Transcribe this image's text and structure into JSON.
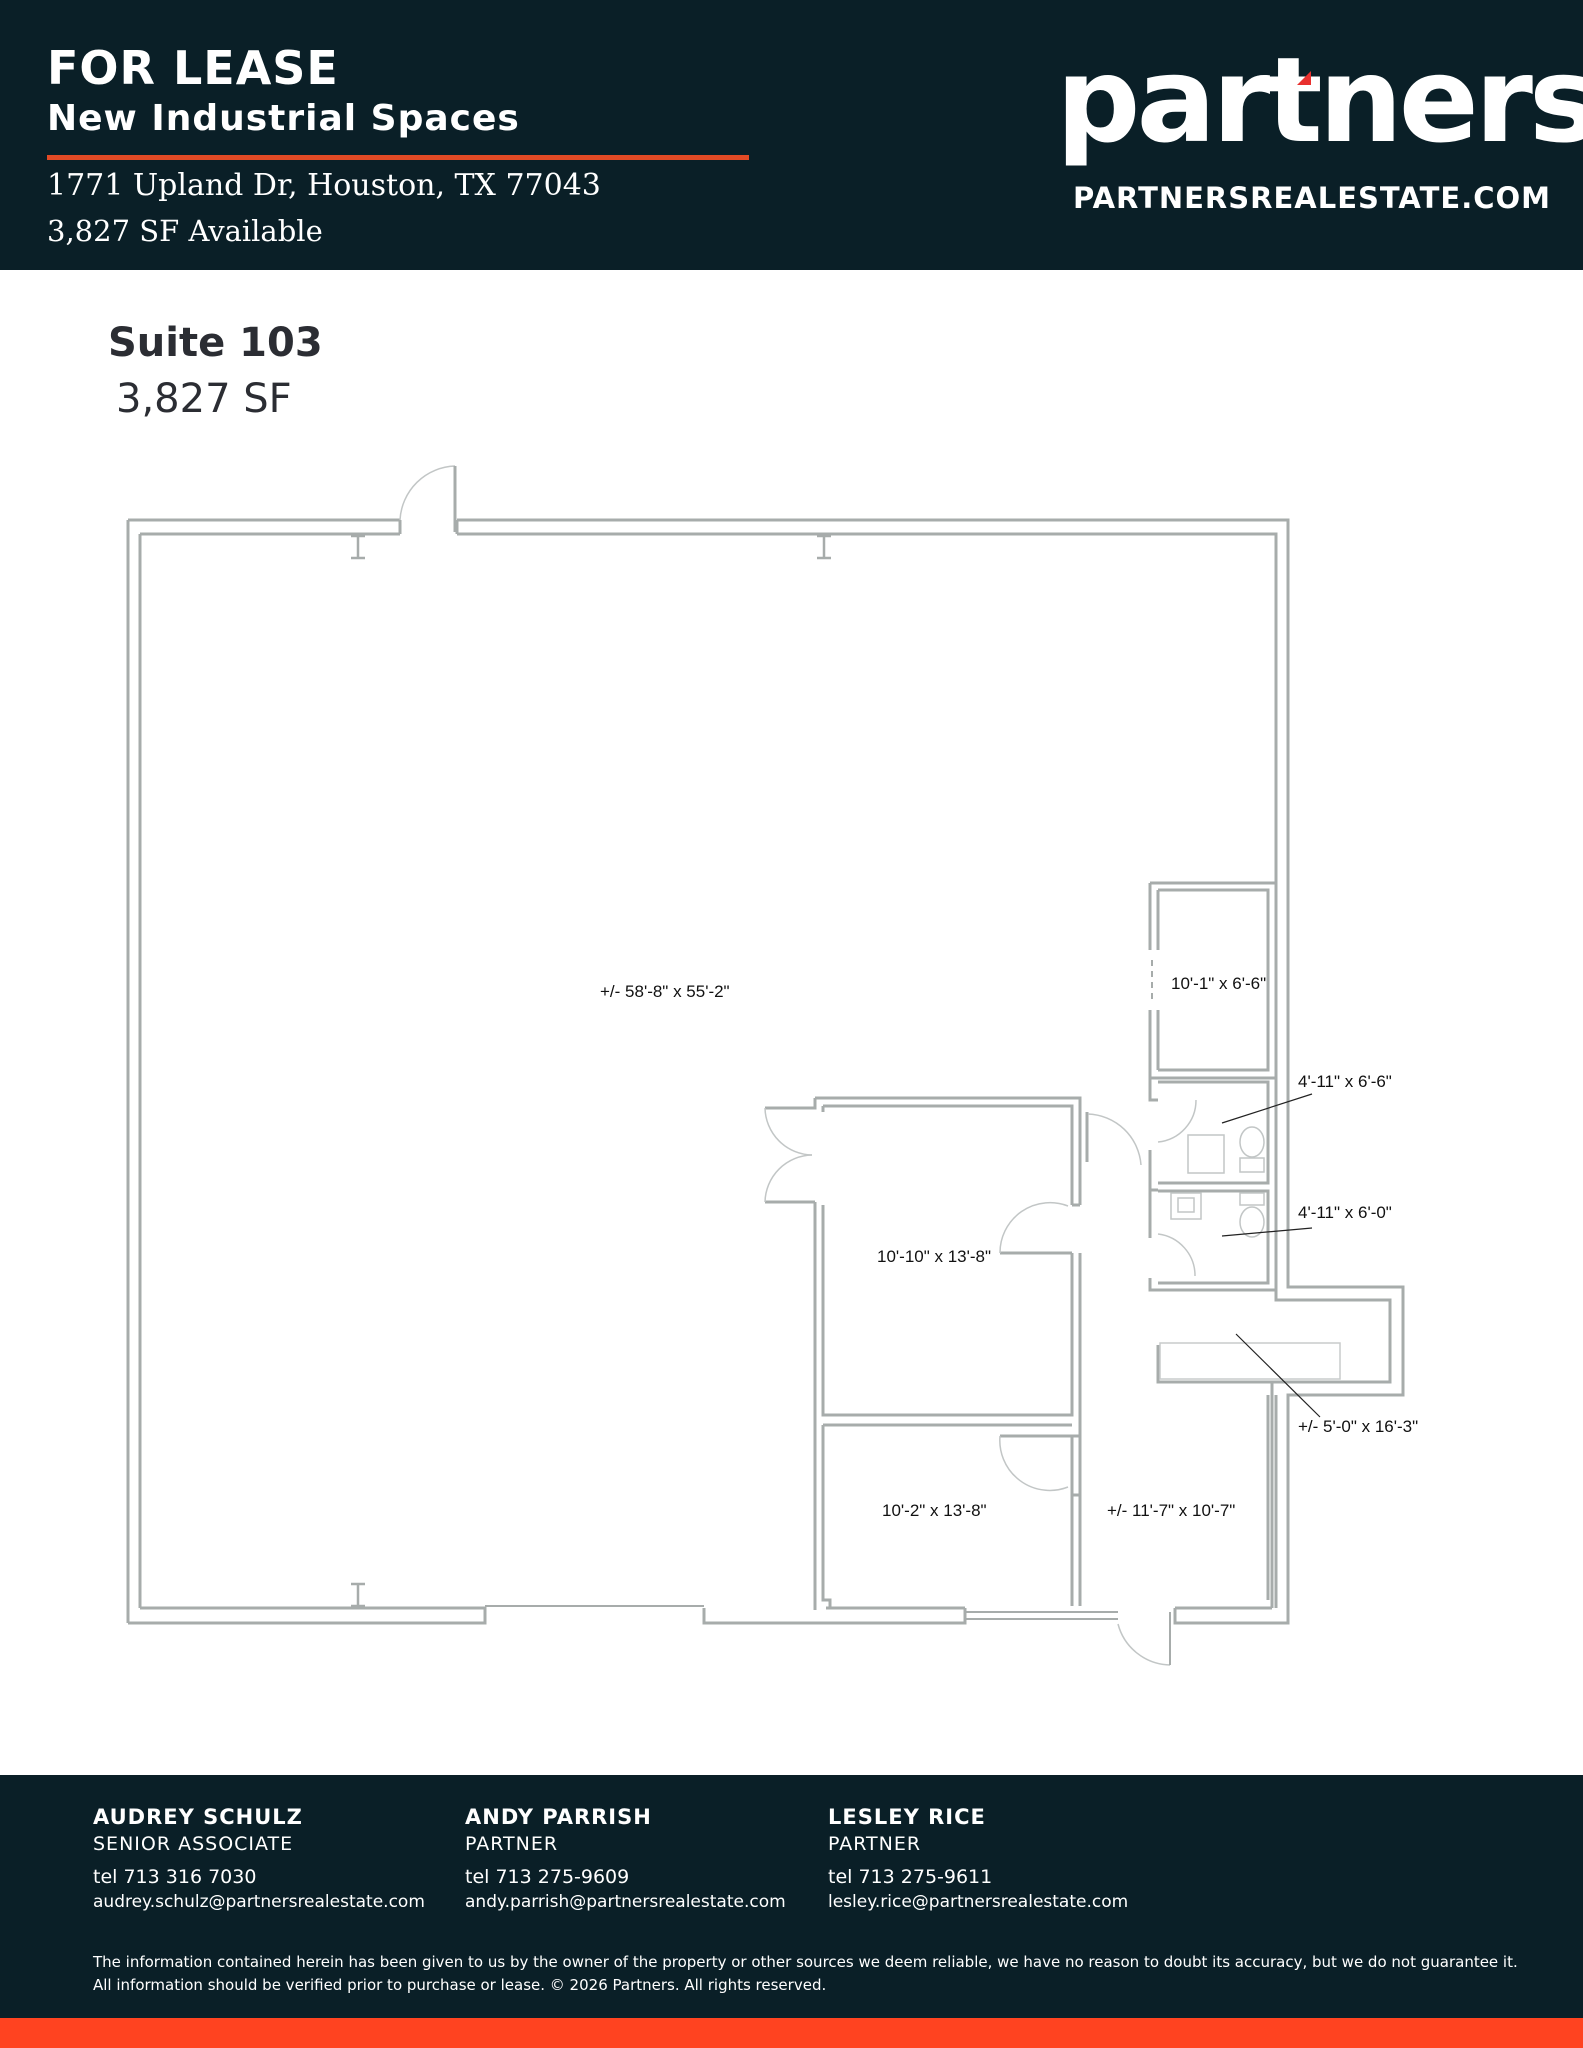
{
  "header": {
    "title": "FOR LEASE",
    "subtitle": "New Industrial Spaces",
    "address": "1771 Upland Dr, Houston, TX 77043",
    "available": "3,827 SF Available",
    "logo_text": "partners",
    "website": "PARTNERSREALESTATE.COM",
    "colors": {
      "background": "#0a1f27",
      "accent_rule": "#e24a25",
      "logo_accent": "#e8302e"
    }
  },
  "suite": {
    "name": "Suite 103",
    "area": "3,827 SF"
  },
  "floor_plan": {
    "rooms": [
      {
        "id": "warehouse",
        "label": "+/- 58'-8\" x 55'-2\""
      },
      {
        "id": "office-1",
        "label": "10'-10\" x 13'-8\""
      },
      {
        "id": "office-2",
        "label": "10'-2\" x 13'-8\""
      },
      {
        "id": "reception",
        "label": "+/- 11'-7\" x 10'-7\""
      },
      {
        "id": "storage",
        "label": "10'-1\" x 6'-6\""
      },
      {
        "id": "restroom-1",
        "label": "4'-11\" x 6'-6\""
      },
      {
        "id": "restroom-2",
        "label": "4'-11\" x 6'-0\""
      },
      {
        "id": "break-area",
        "label": "+/- 5'-0\" x 16'-3\""
      }
    ],
    "wall_color": "#a7acab"
  },
  "footer": {
    "contacts": [
      {
        "name": "AUDREY SCHULZ",
        "role": "SENIOR ASSOCIATE",
        "tel": "tel 713 316 7030",
        "email": "audrey.schulz@partnersrealestate.com"
      },
      {
        "name": "ANDY PARRISH",
        "role": "PARTNER",
        "tel": "tel 713 275-9609",
        "email": "andy.parrish@partnersrealestate.com"
      },
      {
        "name": "LESLEY RICE",
        "role": "PARTNER",
        "tel": "tel 713 275-9611",
        "email": "lesley.rice@partnersrealestate.com"
      }
    ],
    "disclaimer": "The information contained herein has been given to us by the owner of the property or other sources we deem reliable, we have no reason to doubt its accuracy, but we do not guarantee it. All information should be verified prior to purchase or lease. © 2026 Partners. All rights reserved.",
    "bottom_bar_color": "#ff4320"
  }
}
